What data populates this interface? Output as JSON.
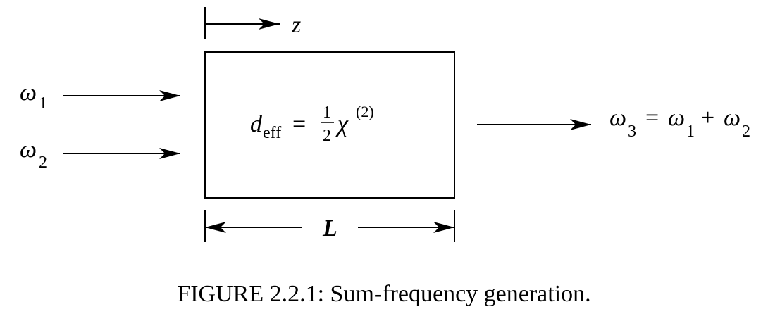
{
  "diagram": {
    "z_label": "z",
    "length_label": "L",
    "inputs": [
      {
        "symbol": "ω",
        "subscript": "1"
      },
      {
        "symbol": "ω",
        "subscript": "2"
      }
    ],
    "crystal": {
      "d_symbol": "d",
      "d_subscript": "eff",
      "equals": "=",
      "fraction_numerator": "1",
      "fraction_denominator": "2",
      "chi_symbol": "χ",
      "chi_superscript": "(2)"
    },
    "output": {
      "symbol": "ω",
      "subscript": "3",
      "equals": "=",
      "term1_symbol": "ω",
      "term1_subscript": "1",
      "plus": "+",
      "term2_symbol": "ω",
      "term2_subscript": "2"
    }
  },
  "caption": "FIGURE 2.2.1: Sum-frequency generation."
}
